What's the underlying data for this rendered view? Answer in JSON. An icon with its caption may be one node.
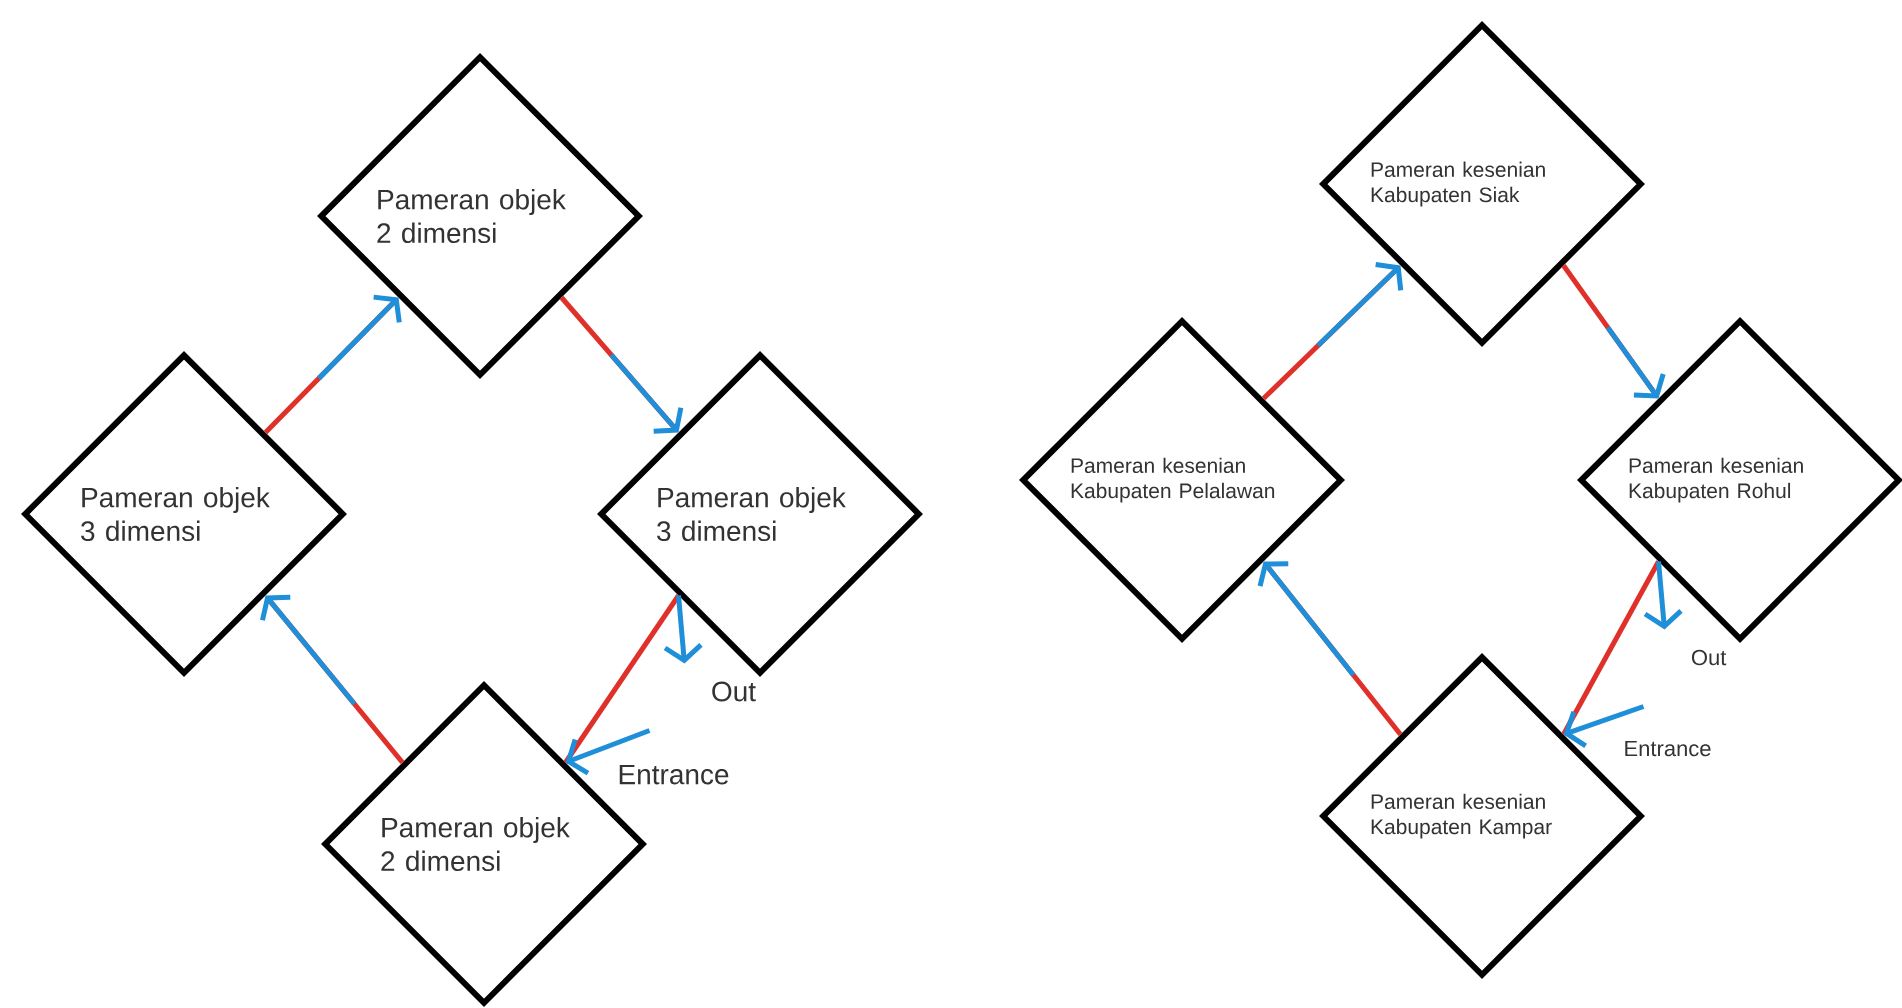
{
  "diagram": {
    "nodes": [
      {
        "text": [
          "Pameran objek 2 dimensi"
        ]
      },
      {
        "text": [
          "Pameran objek 3 dimensi"
        ]
      },
      {
        "text": [
          "Pameran objek 3 dimensi"
        ]
      },
      {
        "text": [
          "Pameran objek 2 dimensi"
        ]
      },
      {
        "text": [
          "Pameran kesenian Kabupaten Siak"
        ]
      },
      {
        "text": [
          "Pameran kesenian Kabupaten Pelalawan"
        ]
      },
      {
        "text": [
          "Pameran kesenian Kabupaten Rohul"
        ]
      },
      {
        "text": [
          "Pameran kesenian Kabupaten Kampar"
        ]
      }
    ],
    "edges": [
      {
        "from": 3,
        "to": 1,
        "arrow": "to"
      },
      {
        "from": 1,
        "to": 0,
        "arrow": "to"
      },
      {
        "from": 0,
        "to": 2,
        "arrow": "to"
      },
      {
        "from": 2,
        "to": 3,
        "arrow": "none"
      },
      {
        "from": null,
        "to": 3,
        "arrow": "to",
        "label": "Entrance",
        "color": "#1e8fd8"
      },
      {
        "from": 2,
        "to": null,
        "arrow": "to",
        "label": "Out",
        "color": "#1e8fd8"
      },
      {
        "from": 7,
        "to": 5,
        "arrow": "to"
      },
      {
        "from": 5,
        "to": 4,
        "arrow": "to"
      },
      {
        "from": 4,
        "to": 6,
        "arrow": "to"
      },
      {
        "from": 6,
        "to": 7,
        "arrow": "none"
      },
      {
        "from": null,
        "to": 7,
        "arrow": "to",
        "label": "Entrance",
        "color": "#1e8fd8"
      },
      {
        "from": 6,
        "to": null,
        "arrow": "to",
        "label": "Out",
        "color": "#1e8fd8"
      }
    ]
  }
}
